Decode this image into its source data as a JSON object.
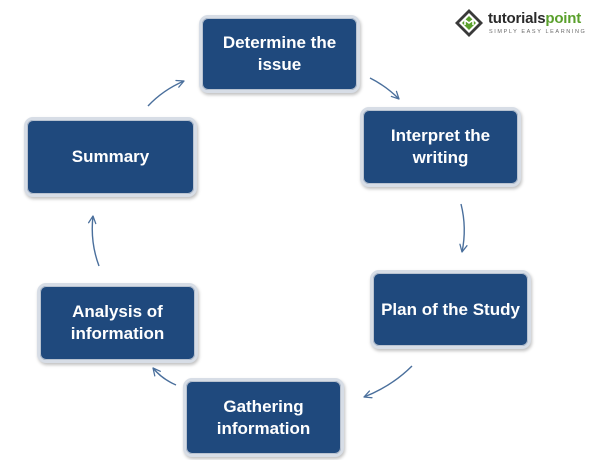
{
  "branding": {
    "logo_name_prefix": "tutorials",
    "logo_name_accent": "point",
    "tagline": "SIMPLY EASY LEARNING",
    "accent_color": "#5aa02c"
  },
  "diagram": {
    "node_fill_color": "#1f497d",
    "arrow_color": "#4a6f9c",
    "nodes": [
      {
        "id": "determine",
        "label": "Determine the issue"
      },
      {
        "id": "interpret",
        "label": "Interpret the writing"
      },
      {
        "id": "plan",
        "label": "Plan of the Study"
      },
      {
        "id": "gathering",
        "label": "Gathering information"
      },
      {
        "id": "analysis",
        "label": "Analysis of information"
      },
      {
        "id": "summary",
        "label": "Summary"
      }
    ],
    "flow": [
      {
        "from": "determine",
        "to": "interpret"
      },
      {
        "from": "interpret",
        "to": "plan"
      },
      {
        "from": "plan",
        "to": "gathering"
      },
      {
        "from": "gathering",
        "to": "analysis"
      },
      {
        "from": "analysis",
        "to": "summary"
      },
      {
        "from": "summary",
        "to": "determine"
      }
    ]
  }
}
